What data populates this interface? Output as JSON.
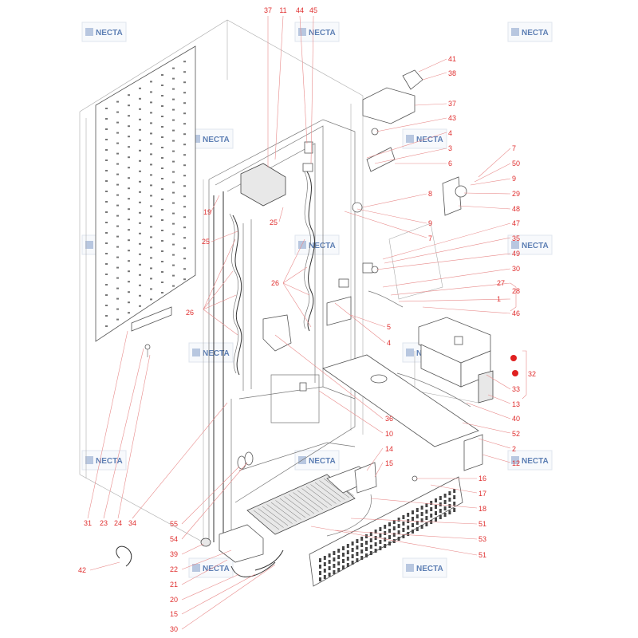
{
  "watermark": {
    "text": "NECTA",
    "color": "#5d7fb4"
  },
  "label_color": "#e03030",
  "callouts": [
    "37",
    "11",
    "44",
    "45",
    "41",
    "38",
    "37",
    "43",
    "4",
    "3",
    "6",
    "7",
    "50",
    "9",
    "29",
    "48",
    "8",
    "9",
    "7",
    "47",
    "35",
    "49",
    "30",
    "27",
    "28",
    "1",
    "46",
    "5",
    "4",
    "19",
    "25",
    "25",
    "26",
    "26",
    "32",
    "33",
    "13",
    "36",
    "40",
    "52",
    "10",
    "2",
    "12",
    "14",
    "15",
    "16",
    "17",
    "18",
    "51",
    "53",
    "51",
    "31",
    "23",
    "24",
    "34",
    "55",
    "54",
    "39",
    "22",
    "21",
    "20",
    "15",
    "30",
    "42"
  ],
  "markers": [
    "red-dot",
    "red-dot"
  ]
}
